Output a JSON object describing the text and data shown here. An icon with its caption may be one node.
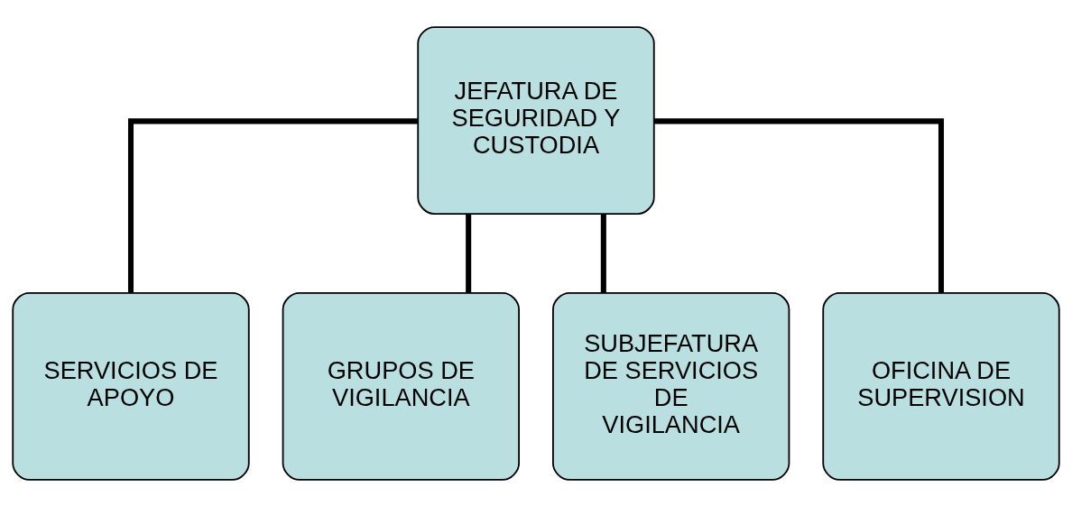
{
  "diagram": {
    "nodes": [
      {
        "text": [
          "JEFATURA DE SEGURIDAD Y CUSTODIA"
        ]
      },
      {
        "text": [
          "SERVICIOS DE APOYO"
        ]
      },
      {
        "text": [
          "GRUPOS DE VIGILANCIA"
        ]
      },
      {
        "text": [
          "SUBJEFATURA DE SERVICIOS DE VIGILANCIA"
        ]
      },
      {
        "text": [
          "OFICINA DE SUPERVISION"
        ]
      }
    ],
    "edges": [
      {
        "from": 0,
        "to": 1,
        "arrow": "none"
      },
      {
        "from": 0,
        "to": 2,
        "arrow": "none"
      },
      {
        "from": 0,
        "to": 3,
        "arrow": "none"
      },
      {
        "from": 0,
        "to": 4,
        "arrow": "none"
      }
    ]
  }
}
